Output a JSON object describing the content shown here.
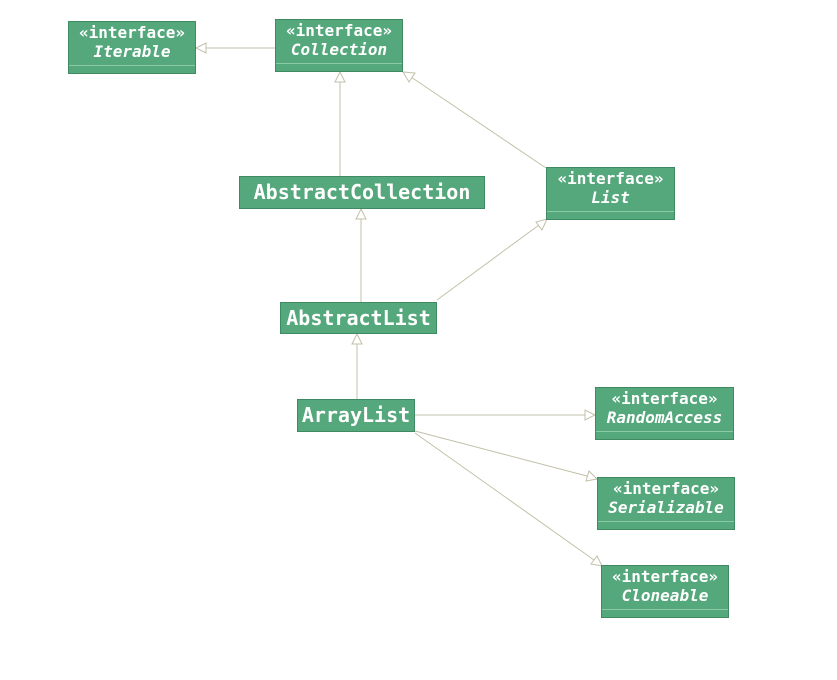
{
  "nodes": {
    "iterable": {
      "stereotype": "«interface»",
      "name": "Iterable"
    },
    "collection": {
      "stereotype": "«interface»",
      "name": "Collection"
    },
    "abstract_collection": {
      "name": "AbstractCollection"
    },
    "list": {
      "stereotype": "«interface»",
      "name": "List"
    },
    "abstract_list": {
      "name": "AbstractList"
    },
    "array_list": {
      "name": "ArrayList"
    },
    "random_access": {
      "stereotype": "«interface»",
      "name": "RandomAccess"
    },
    "serializable": {
      "stereotype": "«interface»",
      "name": "Serializable"
    },
    "cloneable": {
      "stereotype": "«interface»",
      "name": "Cloneable"
    }
  },
  "colors": {
    "node_fill": "#55a87c",
    "edge": "#c2c0a8",
    "text": "#ffffff"
  }
}
